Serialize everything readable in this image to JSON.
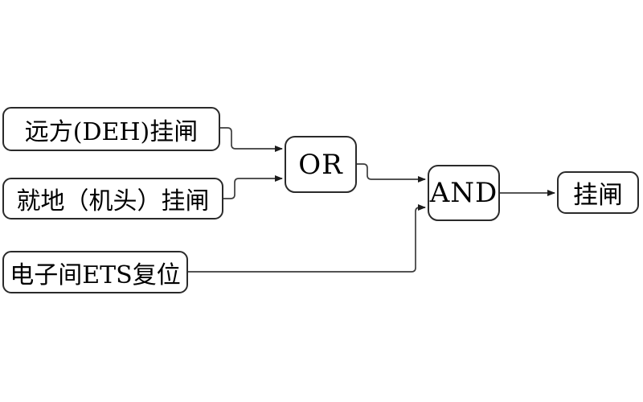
{
  "diagram": {
    "type": "logic-flow-diagram",
    "background_color": "#ffffff",
    "box_border_color": "#2a2a2a",
    "line_color": "#3d3d3d",
    "text_color": "#000000",
    "nodes": {
      "remote_deh": {
        "label": "远方(DEH)挂闸",
        "role": "input"
      },
      "local_head": {
        "label": "就地（机头）挂闸",
        "role": "input"
      },
      "ets_reset": {
        "label": "电子间ETS复位",
        "role": "input"
      },
      "or_gate": {
        "label": "OR",
        "role": "gate"
      },
      "and_gate": {
        "label": "AND",
        "role": "gate"
      },
      "output": {
        "label": "挂闸",
        "role": "output"
      }
    },
    "edges": [
      {
        "from": "remote_deh",
        "to": "or_gate"
      },
      {
        "from": "local_head",
        "to": "or_gate"
      },
      {
        "from": "or_gate",
        "to": "and_gate"
      },
      {
        "from": "ets_reset",
        "to": "and_gate"
      },
      {
        "from": "and_gate",
        "to": "output"
      }
    ]
  }
}
